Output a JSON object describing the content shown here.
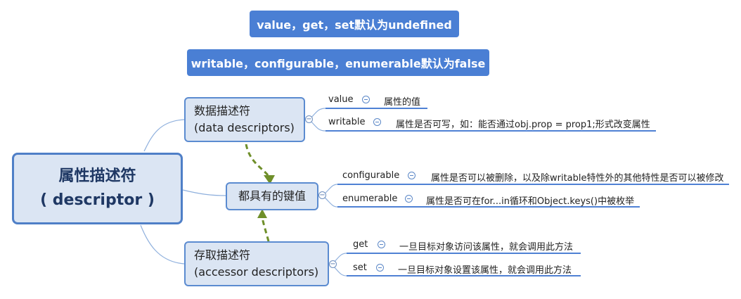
{
  "notes": {
    "note1": "value，get，set默认为undefined",
    "note2": "writable，configurable，enumerable默认为false"
  },
  "root": {
    "line1": "属性描述符",
    "line2": "( descriptor )"
  },
  "data_desc": {
    "line1": "数据描述符",
    "line2": "(data descriptors)",
    "items": [
      {
        "key": "value",
        "desc": "属性的值"
      },
      {
        "key": "writable",
        "desc": "属性是否可写，如：能否通过obj.prop = prop1;形式改变属性"
      }
    ]
  },
  "shared": {
    "label": "都具有的键值",
    "items": [
      {
        "key": "configurable",
        "desc": "属性是否可以被删除，以及除writable特性外的其他特性是否可以被修改"
      },
      {
        "key": "enumerable",
        "desc": "属性是否可在for...in循环和Object.keys()中被枚举"
      }
    ]
  },
  "accessor_desc": {
    "line1": "存取描述符",
    "line2": "(accessor descriptors)",
    "items": [
      {
        "key": "get",
        "desc": "一旦目标对象访问该属性，就会调用此方法"
      },
      {
        "key": "set",
        "desc": "一旦目标对象设置该属性，就会调用此方法"
      }
    ]
  },
  "colors": {
    "note_bg": "#4a7fd4",
    "node_bg": "#dbe5f3",
    "node_border": "#5b8bd0",
    "connector": "#8fb0dd",
    "relation_arrow": "#6f8f2a",
    "underline": "#4f81d4"
  },
  "icons": {
    "collapse": "circle-minus-icon",
    "arrow": "dashed-curved-arrow"
  }
}
